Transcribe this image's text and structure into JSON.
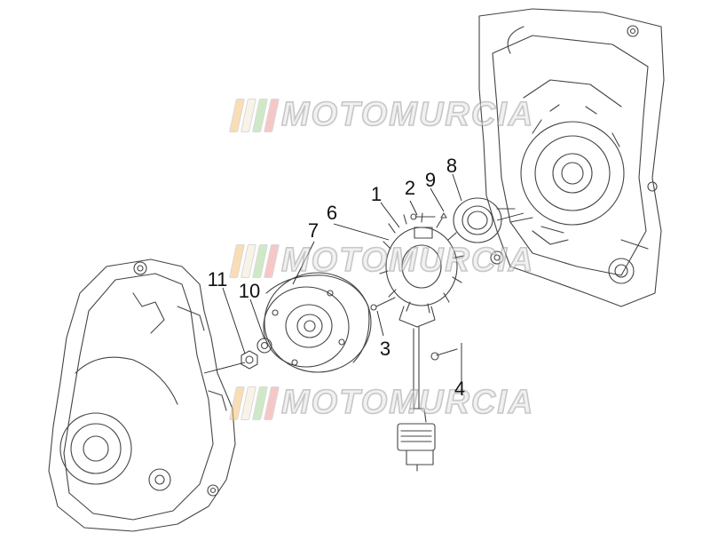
{
  "diagram": {
    "part_labels": [
      {
        "key": "p1",
        "text": "1"
      },
      {
        "key": "p2",
        "text": "2"
      },
      {
        "key": "p3",
        "text": "3"
      },
      {
        "key": "p4",
        "text": "4"
      },
      {
        "key": "p6",
        "text": "6"
      },
      {
        "key": "p7",
        "text": "7"
      },
      {
        "key": "p8",
        "text": "8"
      },
      {
        "key": "p9",
        "text": "9"
      },
      {
        "key": "p10",
        "text": "10"
      },
      {
        "key": "p11",
        "text": "11"
      }
    ],
    "components": [
      "left-crankcase-cover",
      "right-crankcase",
      "flywheel-rotor",
      "stator-coil",
      "oil-seal",
      "cable-connector",
      "nut",
      "washer",
      "screws"
    ]
  },
  "watermark": {
    "text": "MOTOMURCIA",
    "stripe_colors": [
      "#f5c37a",
      "#f3ead8",
      "#a8d89a",
      "#f29b9b"
    ]
  }
}
